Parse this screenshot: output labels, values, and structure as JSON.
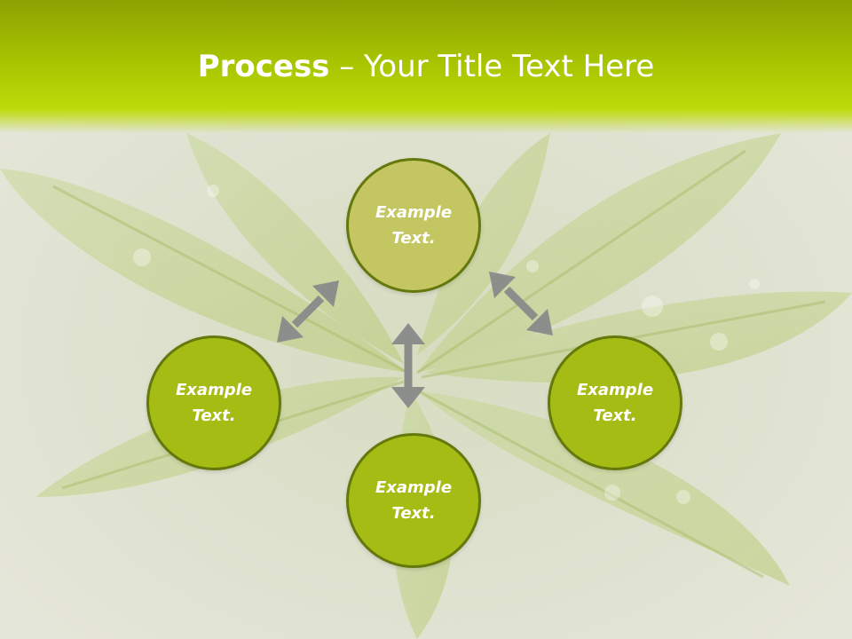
{
  "slide": {
    "title_bold": "Process",
    "title_rest": " – Your Title Text Here"
  },
  "nodes": [
    {
      "id": "top",
      "text": "Example Text.",
      "fill": "#c4c662"
    },
    {
      "id": "left",
      "text": "Example Text.",
      "fill": "#a4bc14"
    },
    {
      "id": "right",
      "text": "Example Text.",
      "fill": "#a4bc14"
    },
    {
      "id": "bottom",
      "text": "Example Text.",
      "fill": "#a4bc14"
    }
  ],
  "colors": {
    "title_bar": "#a6c300",
    "node_border": "#64780b",
    "arrow": "#8c8e8c"
  },
  "icons": {
    "arrow": "double-headed-arrow-icon"
  }
}
